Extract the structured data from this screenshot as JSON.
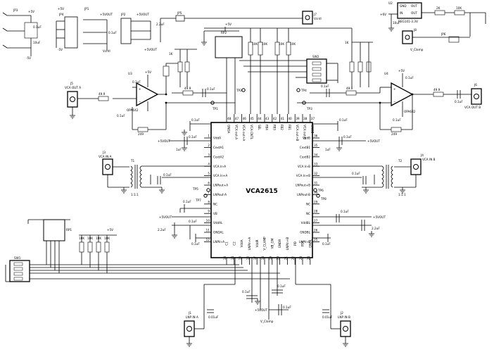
{
  "main_ic": {
    "name": "VCA2615",
    "pins_left": [
      {
        "num": "1",
        "name": "VddA"
      },
      {
        "num": "2",
        "name": "CextA1"
      },
      {
        "num": "3",
        "name": "CextA2"
      },
      {
        "num": "4",
        "name": "VCA In-A"
      },
      {
        "num": "5",
        "name": "VCA In+A"
      },
      {
        "num": "6",
        "name": "LNPout+A"
      },
      {
        "num": "7",
        "name": "LNPout-A"
      },
      {
        "num": "8",
        "name": "NC"
      },
      {
        "num": "9",
        "name": "VB"
      },
      {
        "num": "10",
        "name": "VddAL"
      },
      {
        "num": "11",
        "name": "GNDAL"
      },
      {
        "num": "12",
        "name": "LNPIn-A"
      }
    ],
    "pins_right": [
      {
        "num": "36",
        "name": "VddB"
      },
      {
        "num": "35",
        "name": "CextB1"
      },
      {
        "num": "34",
        "name": "CextB2"
      },
      {
        "num": "33",
        "name": "VCA In-B"
      },
      {
        "num": "32",
        "name": "VCA In+B"
      },
      {
        "num": "31",
        "name": "LNPout+B"
      },
      {
        "num": "30",
        "name": "LNPout-B"
      },
      {
        "num": "29",
        "name": "NC"
      },
      {
        "num": "28",
        "name": "NC"
      },
      {
        "num": "27",
        "name": "VddBL"
      },
      {
        "num": "26",
        "name": "GNDBL"
      },
      {
        "num": "25",
        "name": "LNPIn-B"
      }
    ],
    "pins_top": [
      {
        "num": "48",
        "name": "GNDA"
      },
      {
        "num": "47",
        "name": "VCA out-A"
      },
      {
        "num": "46",
        "name": "VCA out+A"
      },
      {
        "num": "45",
        "name": "VCA CNTL"
      },
      {
        "num": "44",
        "name": "SEL"
      },
      {
        "num": "43",
        "name": "FB4"
      },
      {
        "num": "42",
        "name": "FB3"
      },
      {
        "num": "41",
        "name": "FB2"
      },
      {
        "num": "40",
        "name": "FB1"
      },
      {
        "num": "39",
        "name": "VCA out+B"
      },
      {
        "num": "38",
        "name": "VCA out-B"
      },
      {
        "num": "37",
        "name": "GNDB"
      }
    ],
    "pins_bottom": [
      {
        "num": "13",
        "name": "C1"
      },
      {
        "num": "14",
        "name": "C2"
      },
      {
        "num": "15",
        "name": "VddA"
      },
      {
        "num": "16",
        "name": "LNPIn+A"
      },
      {
        "num": "17",
        "name": "VddR"
      },
      {
        "num": "18",
        "name": "V_CLAMP"
      },
      {
        "num": "19",
        "name": "VB_GM"
      },
      {
        "num": "20",
        "name": "GNDR"
      },
      {
        "num": "21",
        "name": "LNPIn+B"
      },
      {
        "num": "22",
        "name": "PD"
      },
      {
        "num": "23",
        "name": "PDL"
      },
      {
        "num": "24",
        "name": "GNDL"
      }
    ]
  },
  "opamps": [
    {
      "ref": "U3",
      "part": "OPA642",
      "label": "OPA642"
    },
    {
      "ref": "U4",
      "part": "OPA642",
      "label": "OPA642"
    }
  ],
  "regulator": {
    "ref": "U2",
    "part": "REG101-3.3V",
    "pins": [
      "GND",
      "IN",
      "OUT",
      "OUT"
    ]
  },
  "connectors": {
    "vca_out_a": "VCA OUT A",
    "vca_out_b": "VCA OUT B",
    "vca_in_a": "VCA IN A",
    "vca_in_b": "VCA IN B",
    "lnp_in_a": "LNP IN A",
    "lnp_in_b": "LNP IN B",
    "vcntl": "Vcntl",
    "v_clamp": "V_Clamp",
    "v_clamp_bottom": "V_Clamp"
  },
  "rails": {
    "p5v": "+5V",
    "p5vout": "+5VOUT",
    "m5v": "-5V",
    "agnd": "+5V",
    "p6v": "+6V"
  },
  "refs": {
    "jp3": "JP3",
    "jp4": "JP4",
    "jp1": "JP1",
    "jp2": "JP2",
    "j7": "J7",
    "j8": "J8",
    "j3": "J3",
    "j4": "J4",
    "j5": "J5",
    "j6": "J6",
    "j1": "J1",
    "j2": "J2",
    "t1": "T1",
    "t2": "T2",
    "sw1": "SW1",
    "sw2": "SW2",
    "rp1": "RP1",
    "rp2": "RP2",
    "jp5": "JP5",
    "jp6": "JP6",
    "tp1": "TP1",
    "tp2": "TP2",
    "tp3": "TP3",
    "tp4": "TP4",
    "tp5": "TP5",
    "tp6": "TP6",
    "tp7": "TP7",
    "tp8": "TP8"
  },
  "values": {
    "c_0u1": "0.1uF",
    "c_1u": "1uF",
    "c_2u2": "2.2uF",
    "c_10u": "10uF",
    "c_0u01": "0.01uF",
    "r_499": "49.9",
    "r_249": "249",
    "r_1k": "1K",
    "r_2k": "2K",
    "r_10k": "10K",
    "t_ratio": "1:1:1"
  }
}
